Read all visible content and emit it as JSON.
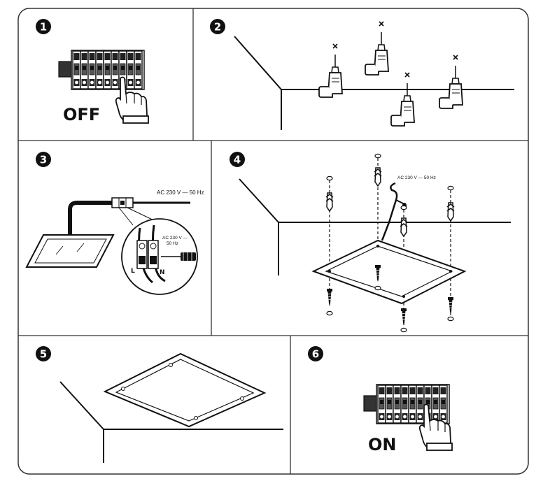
{
  "steps": [
    {
      "number": "1",
      "label": "OFF"
    },
    {
      "number": "2"
    },
    {
      "number": "3",
      "voltage": "AC 230 V — 50 Hz",
      "voltage_line1": "AC 230 V —",
      "voltage_line2": "50 Hz",
      "terminal_l": "L",
      "terminal_n": "N"
    },
    {
      "number": "4",
      "voltage": "AC 230 V — 50 Hz"
    },
    {
      "number": "5"
    },
    {
      "number": "6",
      "label": "ON"
    }
  ],
  "colors": {
    "ink": "#111111",
    "frame": "#333333",
    "background": "#ffffff"
  },
  "icons": [
    "circuit-breaker-icon",
    "hand-pointer-icon",
    "drill-icon",
    "screwdriver-icon",
    "wall-plug-icon",
    "screw-icon",
    "led-panel-icon"
  ]
}
